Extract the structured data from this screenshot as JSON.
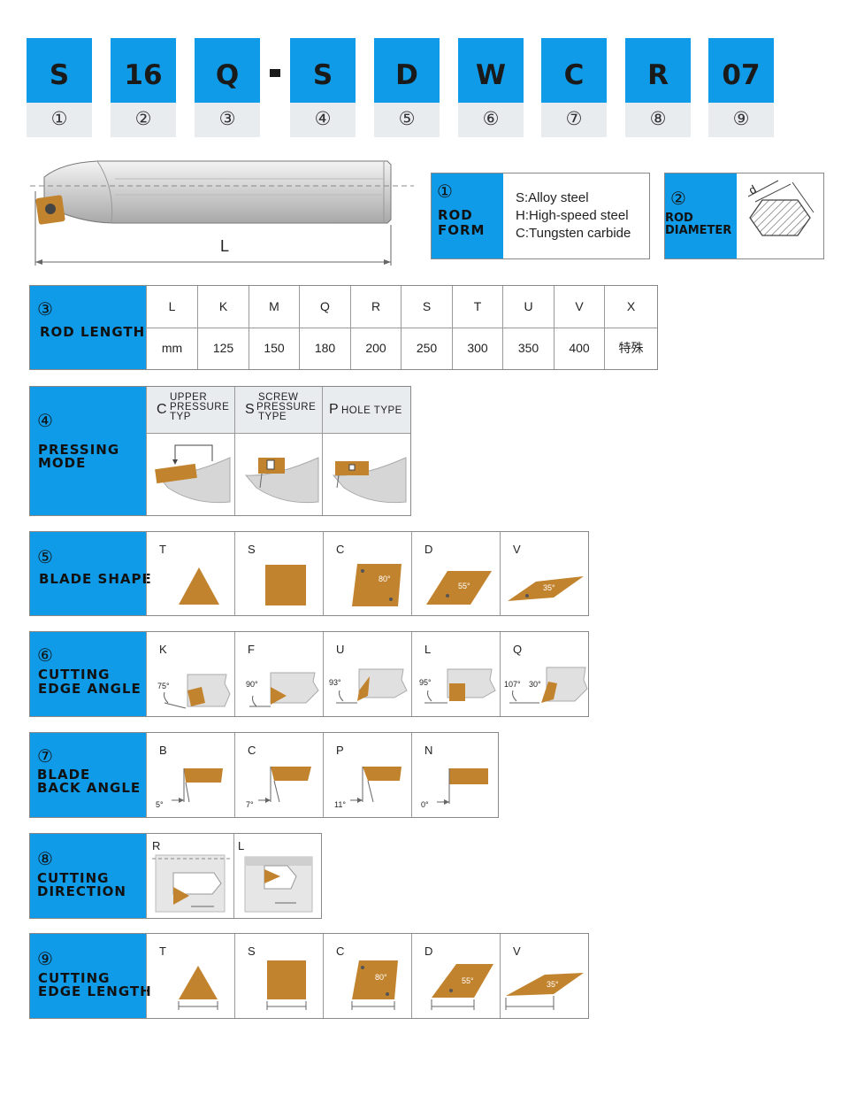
{
  "code": [
    {
      "letter": "S",
      "num": "①"
    },
    {
      "letter": "16",
      "num": "②"
    },
    {
      "letter": "Q",
      "num": "③"
    },
    {
      "letter": "S",
      "num": "④"
    },
    {
      "letter": "D",
      "num": "⑤"
    },
    {
      "letter": "W",
      "num": "⑥"
    },
    {
      "letter": "C",
      "num": "⑦"
    },
    {
      "letter": "R",
      "num": "⑧"
    },
    {
      "letter": "07",
      "num": "⑨"
    }
  ],
  "tool_drawing": {
    "length_label": "L"
  },
  "rod_form": {
    "num": "①",
    "title_line1": "ROD",
    "title_line2": "FORM",
    "options": [
      "S:Alloy steel",
      "H:High-speed steel",
      "C:Tungsten carbide"
    ]
  },
  "rod_diameter": {
    "num": "②",
    "title_line1": "ROD",
    "title_line2": "DIAMETER",
    "dim_label": "d"
  },
  "rod_length": {
    "num": "③",
    "title": "ROD LENGTH",
    "headers": [
      "L",
      "K",
      "M",
      "Q",
      "R",
      "S",
      "T",
      "U",
      "V",
      "X"
    ],
    "values": [
      "mm",
      "125",
      "150",
      "180",
      "200",
      "250",
      "300",
      "350",
      "400",
      "特殊"
    ]
  },
  "pressing_mode": {
    "num": "④",
    "title_line1": "PRESSING",
    "title_line2": "MODE",
    "types": [
      {
        "letter": "C",
        "lines": [
          "UPPER",
          "PRESSURE",
          "TYP"
        ]
      },
      {
        "letter": "S",
        "lines": [
          "SCREW",
          "PRESSURE",
          "TYPE"
        ]
      },
      {
        "letter": "P",
        "lines": [
          "HOLE TYPE"
        ]
      }
    ]
  },
  "blade_shape": {
    "num": "⑤",
    "title": "BLADE SHAPE",
    "items": [
      {
        "code": "T",
        "angle": ""
      },
      {
        "code": "S",
        "angle": ""
      },
      {
        "code": "C",
        "angle": "80°"
      },
      {
        "code": "D",
        "angle": "55°"
      },
      {
        "code": "V",
        "angle": "35°"
      }
    ]
  },
  "cutting_edge_angle": {
    "num": "⑥",
    "title_line1": "CUTTING",
    "title_line2": "EDGE ANGLE",
    "items": [
      {
        "code": "K",
        "angle": "75°"
      },
      {
        "code": "F",
        "angle": "90°"
      },
      {
        "code": "U",
        "angle": "93°"
      },
      {
        "code": "L",
        "angle": "95°"
      },
      {
        "code": "Q",
        "angle": "107°",
        "angle2": "30°"
      }
    ]
  },
  "blade_back_angle": {
    "num": "⑦",
    "title_line1": "BLADE",
    "title_line2": "BACK ANGLE",
    "items": [
      {
        "code": "B",
        "angle": "5°"
      },
      {
        "code": "C",
        "angle": "7°"
      },
      {
        "code": "P",
        "angle": "11°"
      },
      {
        "code": "N",
        "angle": "0°"
      }
    ]
  },
  "cutting_direction": {
    "num": "⑧",
    "title_line1": "CUTTING",
    "title_line2": "DIRECTION",
    "items": [
      {
        "code": "R"
      },
      {
        "code": "L"
      }
    ]
  },
  "cutting_edge_length": {
    "num": "⑨",
    "title_line1": "CUTTING",
    "title_line2": "EDGE LENGTH",
    "items": [
      {
        "code": "T",
        "angle": ""
      },
      {
        "code": "S",
        "angle": ""
      },
      {
        "code": "C",
        "angle": "80°"
      },
      {
        "code": "D",
        "angle": "55°"
      },
      {
        "code": "V",
        "angle": "35°"
      }
    ]
  },
  "colors": {
    "accent": "#0f9be8",
    "insert": "#c2832e",
    "light_gray": "#e9ecef"
  }
}
